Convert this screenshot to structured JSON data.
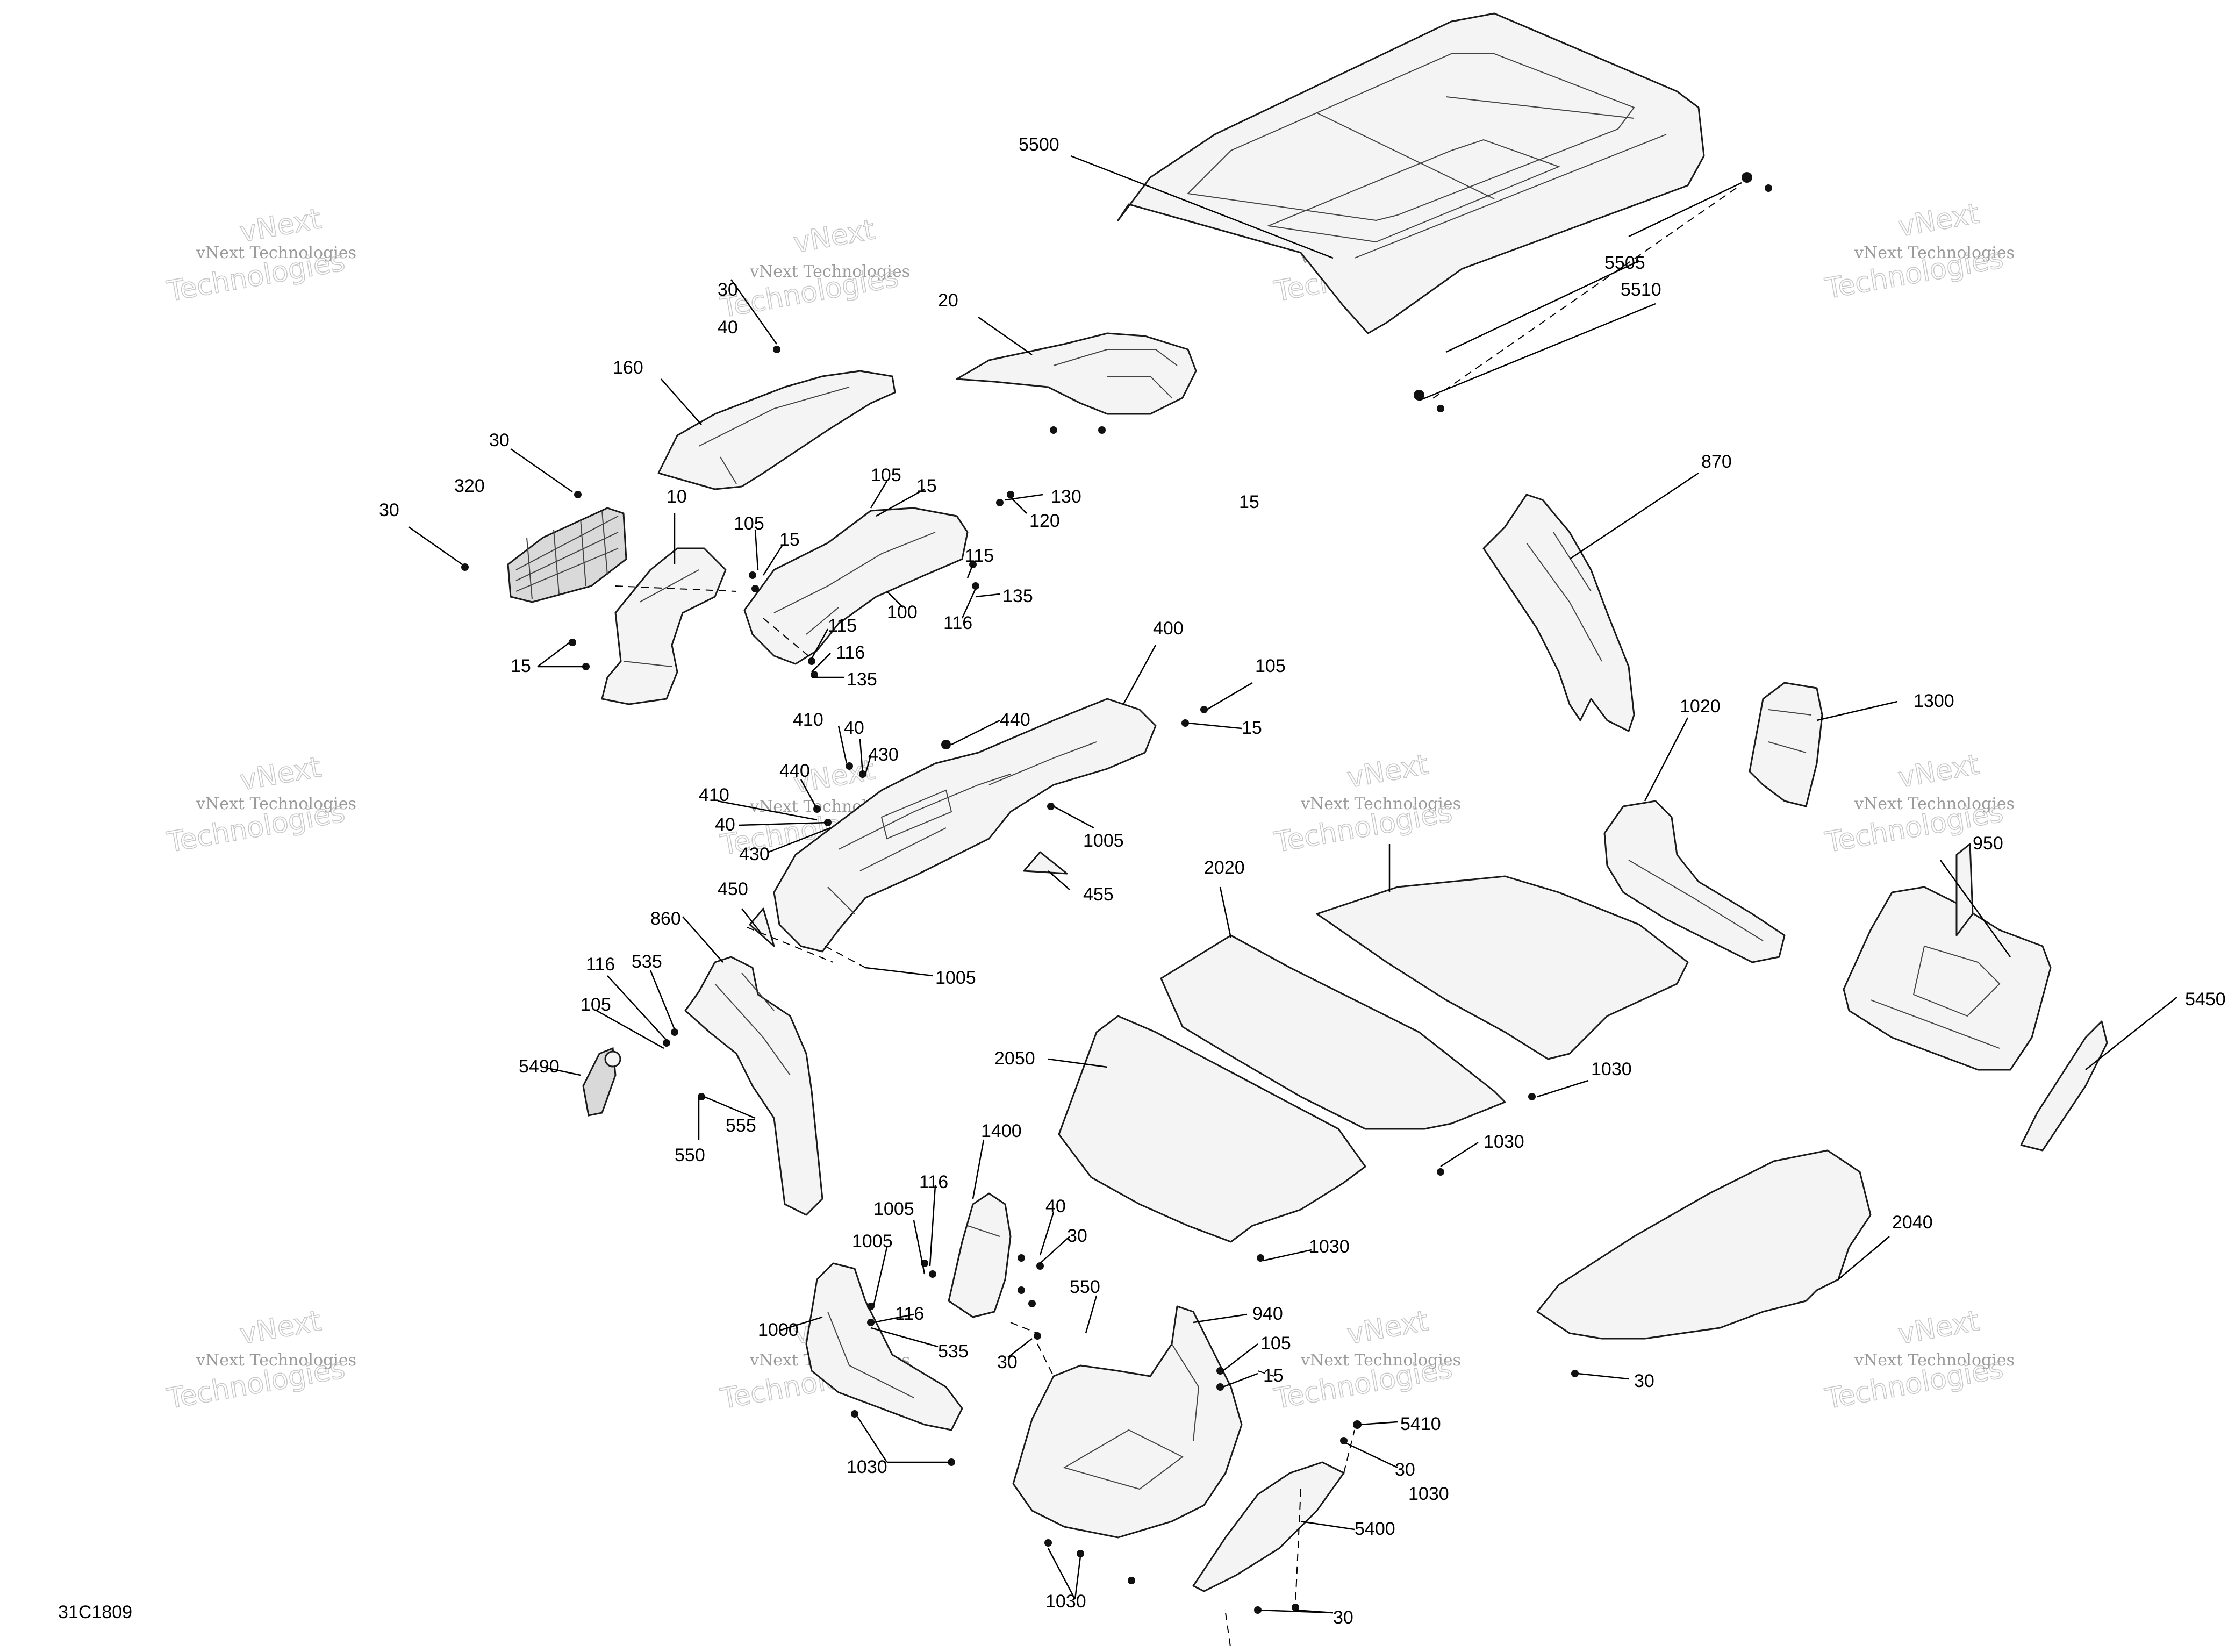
{
  "diagram_id": "31C1809",
  "watermark": {
    "line1": "vNext Technologies",
    "line2": "Technologies",
    "line3": "vNext"
  },
  "callouts": [
    "5500",
    "5505",
    "5510",
    "20",
    "30",
    "40",
    "160",
    "30",
    "320",
    "30",
    "10",
    "105",
    "15",
    "130",
    "120",
    "105",
    "15",
    "115",
    "116",
    "135",
    "100",
    "115",
    "116",
    "135",
    "15",
    "15",
    "870",
    "400",
    "105",
    "15",
    "440",
    "410",
    "40",
    "430",
    "440",
    "410",
    "40",
    "430",
    "1005",
    "455",
    "1005",
    "450",
    "860",
    "116",
    "535",
    "105",
    "5490",
    "555",
    "550",
    "1020",
    "1300",
    "950",
    "5450",
    "2020",
    "1030",
    "1030",
    "2050",
    "1030",
    "1400",
    "116",
    "1005",
    "40",
    "30",
    "1005",
    "116",
    "1000",
    "535",
    "30",
    "550",
    "940",
    "105",
    "15",
    "5410",
    "30",
    "5400",
    "1030",
    "30",
    "2040",
    "30",
    "1030",
    "1030"
  ]
}
